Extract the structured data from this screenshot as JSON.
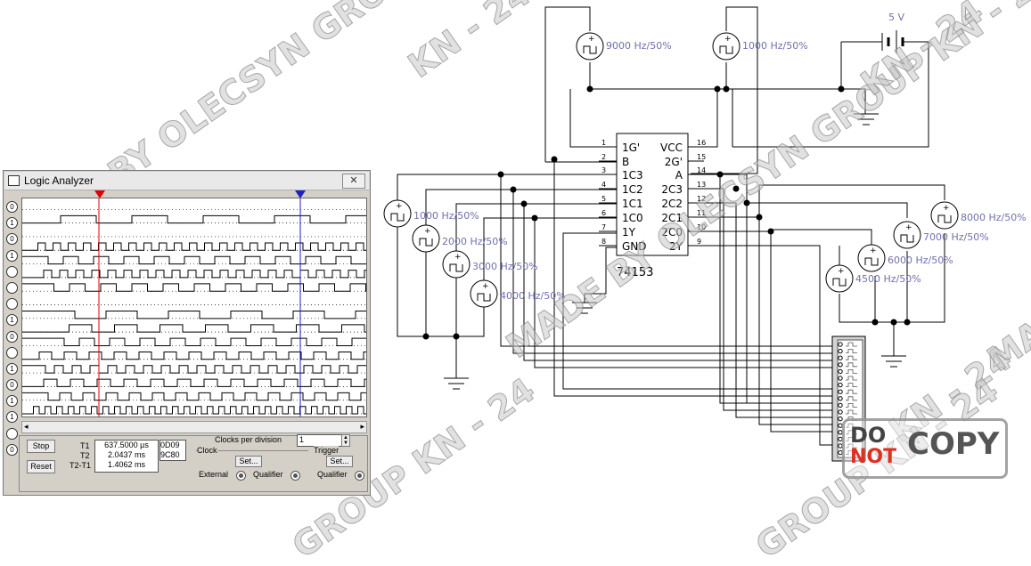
{
  "window": {
    "title": "Logic Analyzer",
    "close_label": "✕",
    "channel_labels": [
      "0",
      "1",
      "0",
      "1",
      "",
      "",
      "",
      "1",
      "0",
      "",
      "1",
      "0",
      "1",
      "1",
      "",
      "0"
    ],
    "controls": {
      "stop_label": "Stop",
      "reset_label": "Reset",
      "t1_label": "T1",
      "t2_label": "T2",
      "t2t1_label": "T2-T1",
      "t1_value": "637.5000 µs",
      "t2_value": "2.0437 ms",
      "t2t1_value": "1.4062 ms",
      "hex1": "0D09",
      "hex2": "9C80",
      "clocks_label": "Clocks per division",
      "clocks_value": "1",
      "clock_group": "Clock",
      "trigger_group": "Trigger",
      "set_label": "Set...",
      "external_label": "External",
      "qualifier_label": "Qualifier"
    }
  },
  "circuit": {
    "chip_name": "74153",
    "supply": "5 V",
    "left_pins": [
      {
        "num": "1",
        "name": "1G'"
      },
      {
        "num": "2",
        "name": "B"
      },
      {
        "num": "3",
        "name": "1C3"
      },
      {
        "num": "4",
        "name": "1C2"
      },
      {
        "num": "5",
        "name": "1C1"
      },
      {
        "num": "6",
        "name": "1C0"
      },
      {
        "num": "7",
        "name": "1Y"
      },
      {
        "num": "8",
        "name": "GND"
      }
    ],
    "right_pins": [
      {
        "num": "16",
        "name": "VCC"
      },
      {
        "num": "15",
        "name": "2G'"
      },
      {
        "num": "14",
        "name": "A"
      },
      {
        "num": "13",
        "name": "2C3"
      },
      {
        "num": "12",
        "name": "2C2"
      },
      {
        "num": "11",
        "name": "2C1"
      },
      {
        "num": "10",
        "name": "2C0"
      },
      {
        "num": "9",
        "name": "2Y"
      }
    ],
    "sources": [
      "9000 Hz/50%",
      "1000 Hz/50%",
      "1000 Hz/50%",
      "2000 Hz/50%",
      "3000 Hz/50%",
      "4000 Hz/50%",
      "8000 Hz/50%",
      "7000 Hz/50%",
      "6000 Hz/50%",
      "4500 Hz/50%"
    ],
    "source_label_color": "#7070b0"
  },
  "watermarks": {
    "main": "MADE BY OLECSYN GROUP KN - 24",
    "group": "GROUP KN - 24",
    "kn": "KN - 24",
    "made": "MADE",
    "stamp_do": "DO",
    "stamp_not": "NOT",
    "stamp_copy": "COPY"
  }
}
